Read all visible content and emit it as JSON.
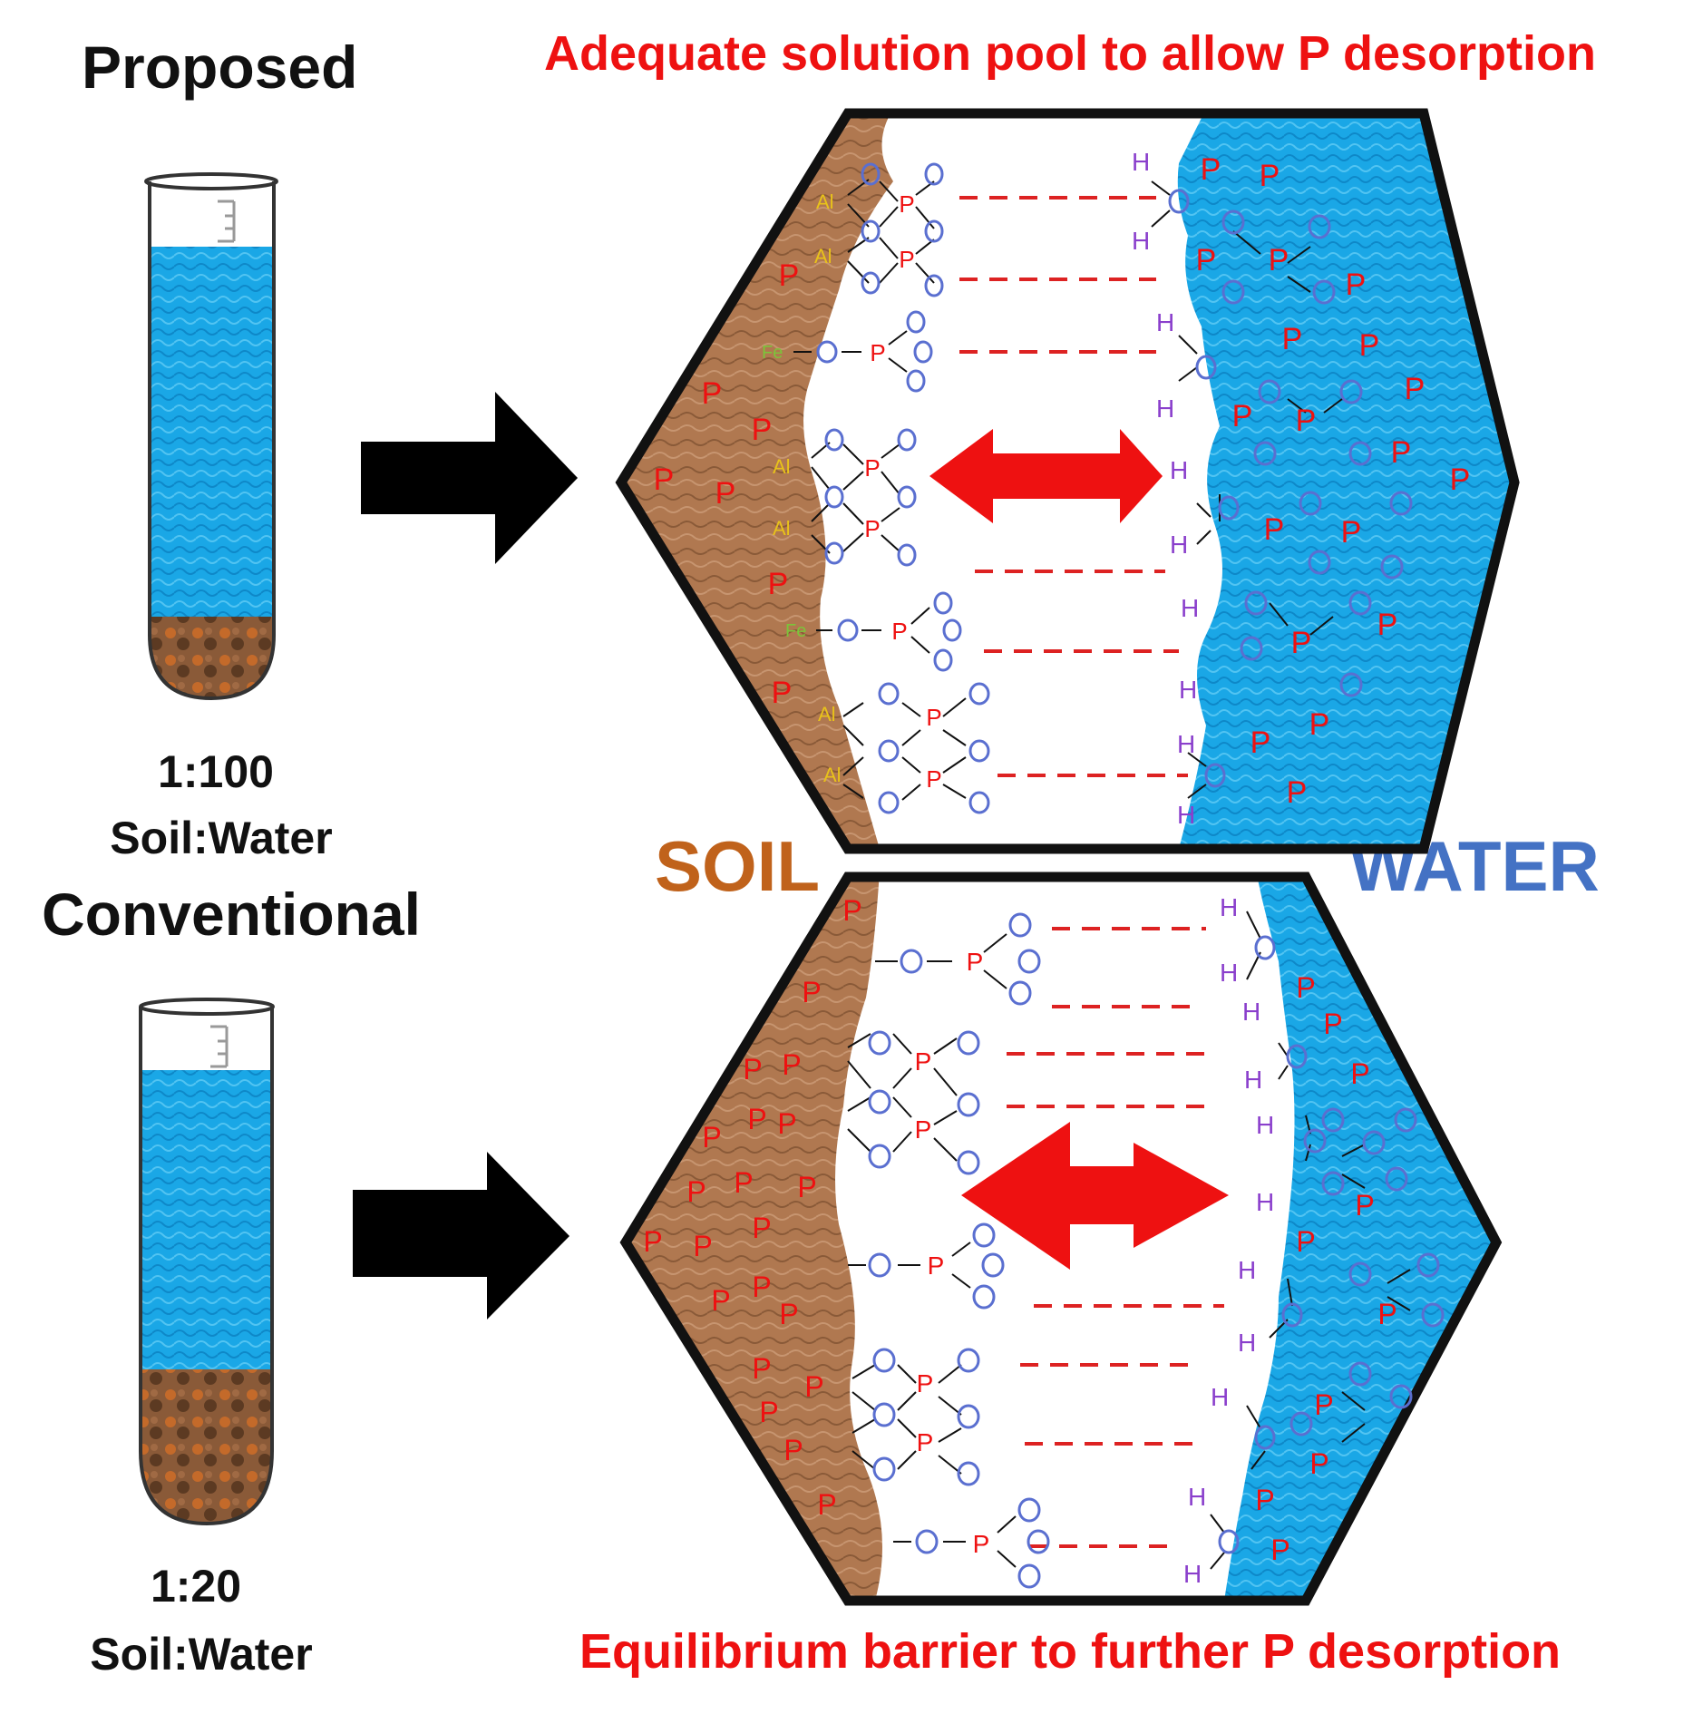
{
  "colors": {
    "soil": "#b07850",
    "soil_dark": "#8a5a38",
    "water": "#1aa7e6",
    "water_dark": "#0e88c8",
    "red": "#ee1111",
    "blue_text": "#4472c4",
    "soil_text": "#c0621b",
    "oxygen": "#5a6fd0",
    "hydrogen": "#8a3fcc",
    "al": "#e8c21a",
    "fe": "#7cc43a"
  },
  "proposed": {
    "title": "Proposed",
    "ratio": "1:100",
    "ratio_label": "Soil:Water",
    "caption": "Adequate solution pool to allow P desorption",
    "water_fraction": 0.8
  },
  "conventional": {
    "title": "Conventional",
    "ratio": "1:20",
    "ratio_label": "Soil:Water",
    "caption": "Equilibrium barrier to further P desorption",
    "water_fraction": 0.65
  },
  "labels": {
    "soil": "SOIL",
    "water": "WATER"
  },
  "chem": {
    "p": "P",
    "o": "O",
    "h": "H",
    "al": "Al",
    "fe": "Fe"
  },
  "icons": {
    "arrow": "right-arrow-icon",
    "double_arrow": "double-headed-arrow-icon",
    "tube": "test-tube-icon"
  }
}
